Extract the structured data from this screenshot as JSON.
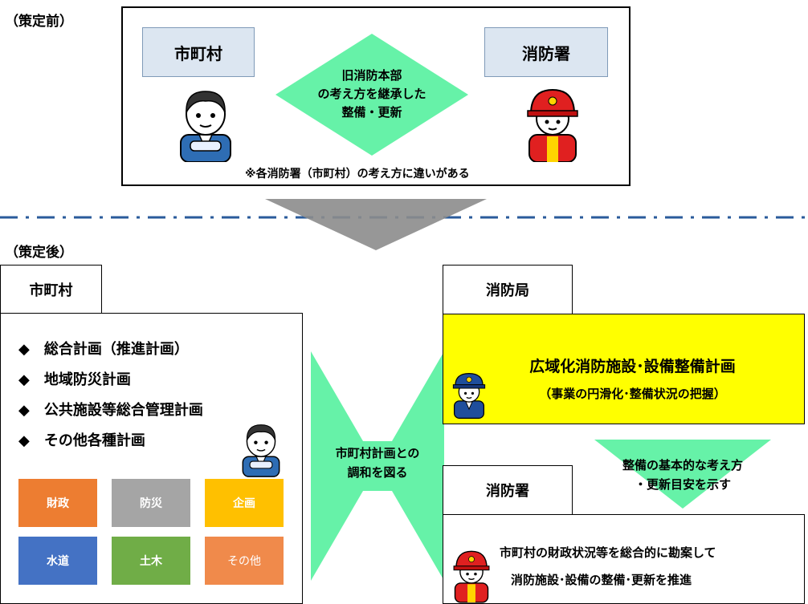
{
  "before": {
    "heading": "（策定前）",
    "left_label": "市町村",
    "right_label": "消防署",
    "center_lines": [
      "旧消防本部",
      "の考え方を継承した",
      "整備・更新"
    ],
    "note": "※各消防署（市町村）の考え方に違いがある"
  },
  "after": {
    "heading": "（策定後）",
    "municipality": {
      "tab": "市町村",
      "plans": [
        "◆　総合計画（推進計画）",
        "◆　地域防災計画",
        "◆　公共施設等総合管理計画",
        "◆　その他各種計画"
      ],
      "tiles": [
        {
          "label": "財政",
          "color": "#ed7d31"
        },
        {
          "label": "防災",
          "color": "#a5a5a5"
        },
        {
          "label": "企画",
          "color": "#ffc000"
        },
        {
          "label": "水道",
          "color": "#4472c4"
        },
        {
          "label": "土木",
          "color": "#70ad47"
        },
        {
          "label": "その他",
          "color": "#f08a4b"
        }
      ]
    },
    "harmony_lines": [
      "市町村計画との",
      "調和を図る"
    ],
    "fire_bureau": {
      "tab": "消防局",
      "title": "広域化消防施設･設備整備計画",
      "subtitle": "（事業の円滑化･整備状況の把握）"
    },
    "arrow_lines": [
      "整備の基本的な考え方",
      "・更新目安を示す"
    ],
    "fire_station": {
      "tab": "消防署",
      "lines": [
        "市町村の財政状況等を総合的に勘案して",
        "消防施設･設備の整備･更新を推進"
      ]
    },
    "colors": {
      "accent_green": "#66f2a8",
      "highlight_yellow": "#ffff00",
      "tag_blue": "#dce6f1"
    }
  }
}
